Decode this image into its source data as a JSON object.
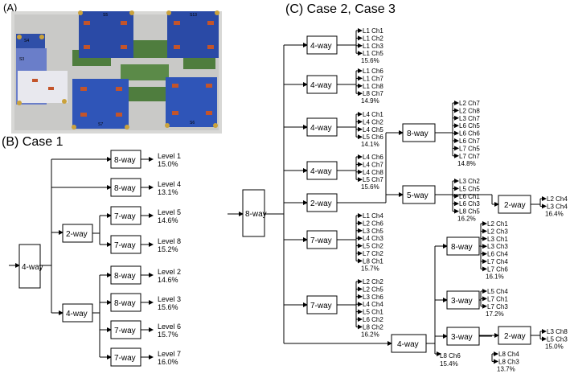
{
  "panels": {
    "a": {
      "label": "(A)"
    },
    "b": {
      "label": "(B) Case 1"
    },
    "c": {
      "label": "(C) Case 2, Case 3"
    }
  },
  "photo": {
    "board_labels": [
      "S5",
      "S13",
      "S7",
      "S6",
      "S4",
      "S3"
    ]
  },
  "case1": {
    "root": "4-way",
    "top_splitters": [
      "8-way",
      "8-way",
      "2-way",
      "4-way"
    ],
    "leaf_splitters": [
      "7-way",
      "7-way",
      "8-way",
      "8-way",
      "7-way",
      "7-way"
    ],
    "outputs": [
      {
        "level": "Level 1",
        "pct": "15.0%"
      },
      {
        "level": "Level 4",
        "pct": "13.1%"
      },
      {
        "level": "Level 5",
        "pct": "14.6%"
      },
      {
        "level": "Level 8",
        "pct": "15.2%"
      },
      {
        "level": "Level 2",
        "pct": "14.6%"
      },
      {
        "level": "Level 3",
        "pct": "15.6%"
      },
      {
        "level": "Level 6",
        "pct": "15.7%"
      },
      {
        "level": "Level 7",
        "pct": "16.0%"
      }
    ]
  },
  "case2": {
    "root": "8-way",
    "splitters": {
      "s1": "4-way",
      "s2": "4-way",
      "s3": "4-way",
      "s4": "4-way",
      "s5": "2-way",
      "s6": "7-way",
      "s7": "7-way",
      "s8": "4-way",
      "sub_8way": "8-way",
      "sub_5way": "5-way",
      "sub_2way_a": "2-way",
      "sub_8way_b": "8-way",
      "sub_3way_a": "3-way",
      "sub_3way_b": "3-way",
      "sub_2way_b": "2-way"
    },
    "groups": {
      "g1": {
        "ch": [
          "L1 Ch1",
          "L1 Ch2",
          "L1 Ch3",
          "L1 Ch5"
        ],
        "pct": "15.6%"
      },
      "g2": {
        "ch": [
          "L1 Ch6",
          "L1 Ch7",
          "L1 Ch8",
          "L8 Ch7"
        ],
        "pct": "14.9%"
      },
      "g3": {
        "ch": [
          "L4 Ch1",
          "L4 Ch2",
          "L4 Ch5",
          "L5 Ch6"
        ],
        "pct": "14.1%"
      },
      "g4": {
        "ch": [
          "L4 Ch6",
          "L4 Ch7",
          "L4 Ch8",
          "L5 Ch7"
        ],
        "pct": "15.6%"
      },
      "g8w": {
        "ch": [
          "L2 Ch7",
          "L2 Ch8",
          "L3 Ch7",
          "L6 Ch5",
          "L6 Ch6",
          "L6 Ch7",
          "L7 Ch5",
          "L7 Ch7"
        ],
        "pct": "14.8%"
      },
      "g5w": {
        "ch": [
          "L3 Ch2",
          "L5 Ch5",
          "L6 Ch1",
          "L6 Ch3",
          "L8 Ch5"
        ],
        "pct": "16.2%"
      },
      "g2a": {
        "ch": [
          "L2 Ch4",
          "L3 Ch4"
        ],
        "pct": "16.4%"
      },
      "g7a": {
        "ch": [
          "L1 Ch4",
          "L2 Ch6",
          "L3 Ch5",
          "L4 Ch3",
          "L5 Ch2",
          "L7 Ch2",
          "L8 Ch1"
        ],
        "pct": "15.7%"
      },
      "g7b": {
        "ch": [
          "L2 Ch2",
          "L2 Ch5",
          "L3 Ch6",
          "L4 Ch4",
          "L5 Ch1",
          "L6 Ch2",
          "L8 Ch2"
        ],
        "pct": "16.2%"
      },
      "g8b": {
        "ch": [
          "L2 Ch1",
          "L2 Ch3",
          "L3 Ch1",
          "L3 Ch3",
          "L6 Ch4",
          "L7 Ch4",
          "L7 Ch6"
        ],
        "pct": "16.1%"
      },
      "g3a": {
        "ch": [
          "L5 Ch4",
          "L7 Ch1",
          "L7 Ch3"
        ],
        "pct": "17.2%"
      },
      "g2b": {
        "ch": [
          "L3 Ch8",
          "L5 Ch3"
        ],
        "pct": "15.0%"
      },
      "g3b": {
        "ch": [
          "L8 Ch4",
          "L8 Ch3"
        ],
        "pct": "13.7%"
      },
      "l8ch6": {
        "ch": [
          "L8 Ch6"
        ],
        "pct": "15.4%"
      }
    }
  }
}
